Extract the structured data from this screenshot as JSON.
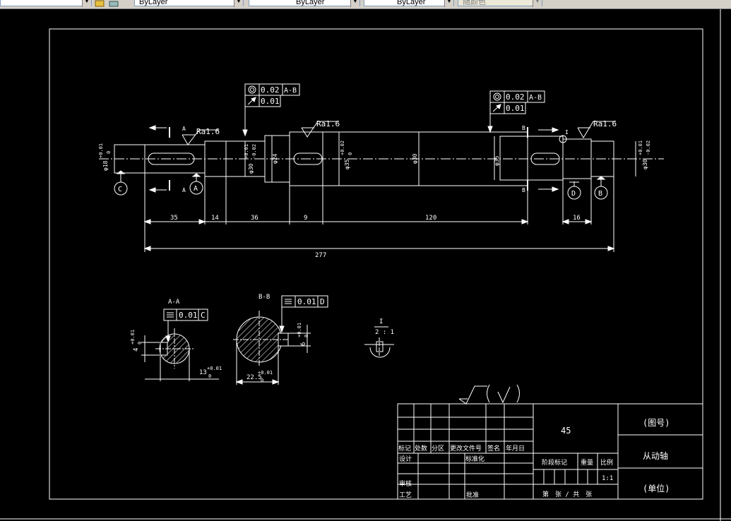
{
  "toolbar": {
    "combo_partial": "",
    "linetype": "ByLayer",
    "lineweight": "ByLayer",
    "color": "ByLayer",
    "plotstyle": "随颜色"
  },
  "drawing": {
    "tolerances": {
      "fcf1_val1": "0.02",
      "fcf1_ref1": "A-B",
      "fcf1_val2": "0.01",
      "fcf2_val1": "0.02",
      "fcf2_ref1": "A-B",
      "fcf2_val2": "0.01",
      "fcf_aa_val": "0.01",
      "fcf_aa_ref": "C",
      "fcf_bb_val": "0.01",
      "fcf_bb_ref": "D"
    },
    "roughness": [
      "Ra1.6",
      "Ra1.6",
      "Ra1.6"
    ],
    "datums": [
      "C",
      "A",
      "D",
      "B"
    ],
    "section_marks": {
      "a_top": "A",
      "a_bot": "A",
      "b_top": "B",
      "b_bot": "B",
      "detail": "I"
    },
    "diameters": {
      "d1": "φ18",
      "d1_tol_up": "+0.01",
      "d1_tol_lo": "0",
      "d2": "φ30",
      "d2_tol_up": "+0.01",
      "d2_tol_lo": "-0.02",
      "d3": "φ24",
      "d4": "φ35",
      "d4_tol_up": "+0.02",
      "d4_tol_lo": "0",
      "d5": "φ30",
      "d6": "φ35",
      "d7": "φ30",
      "d7_tol_up": "+0.01",
      "d7_tol_lo": "-0.02"
    },
    "lengths": [
      "35",
      "14",
      "36",
      "9",
      "120",
      "16"
    ],
    "overall_length": "277",
    "section_aa": {
      "title": "A-A",
      "dim_v": "4",
      "dim_v_up": "+0.01",
      "dim_v_lo": "0",
      "dim_h": "13",
      "dim_h_up": "+0.01",
      "dim_h_lo": "0"
    },
    "section_bb": {
      "title": "B-B",
      "dim_v": "6",
      "dim_v_up": "+0.01",
      "dim_v_lo": "0",
      "dim_h": "22.5",
      "dim_h_up": "+0.01",
      "dim_h_lo": "0"
    },
    "detail": {
      "label": "I",
      "scale": "2 : 1"
    }
  },
  "title_block": {
    "material": "45",
    "drawing_no": "(图号)",
    "part_name": "从动轴",
    "unit": "(单位)",
    "row_headers": [
      "标记",
      "处数",
      "分区",
      "更改文件号",
      "签名",
      "年月日"
    ],
    "design": "设计",
    "standardize": "标准化",
    "review": "审核",
    "process": "工艺",
    "approve": "批准",
    "stage_mark": "阶段标记",
    "weight": "重量",
    "scale": "比例",
    "scale_value": "1:1",
    "sheet": "第　张 / 共　张"
  }
}
